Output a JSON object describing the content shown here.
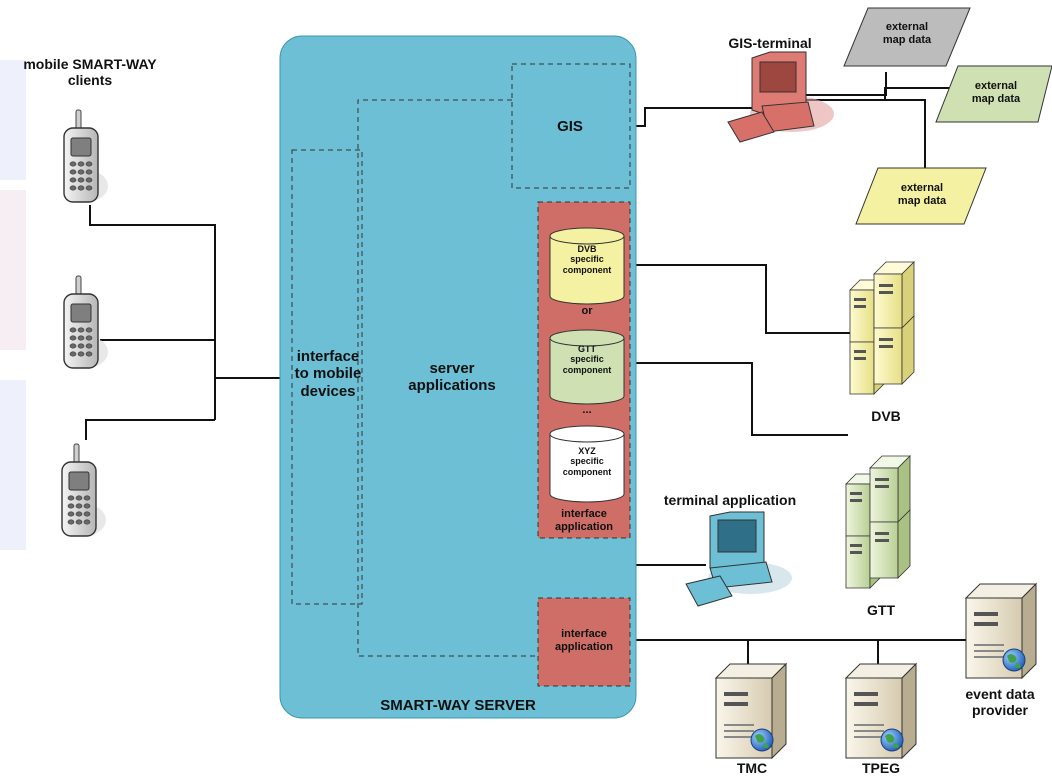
{
  "colors": {
    "server_fill": "#6cbfd4",
    "red_box": "#cf6e66",
    "dvb_fill": "#f5f1a2",
    "gtt_fill": "#cfe0b2",
    "gray_fill": "#bcbcbc",
    "line": "#111111"
  },
  "labels": {
    "mobile_clients": "mobile SMART-WAY\nclients",
    "interface_mobile": "interface\nto mobile\ndevices",
    "server_apps": "server\napplications",
    "gis": "GIS",
    "dvb_comp": "DVB\nspecific\ncomponent",
    "or": "or",
    "gtt_comp": "GTT\nspecific\ncomponent",
    "dots": "...",
    "xyz_comp": "XYZ\nspecific\ncomponent",
    "interface_app_top": "interface\napplication",
    "interface_app_bottom": "interface\napplication",
    "server_title": "SMART-WAY SERVER",
    "gis_terminal": "GIS-terminal",
    "ext_map_1": "external\nmap data",
    "ext_map_2": "external\nmap data",
    "ext_map_3": "external\nmap data",
    "dvb": "DVB",
    "gtt": "GTT",
    "terminal_app": "terminal application",
    "tmc": "TMC",
    "tpeg": "TPEG",
    "event_provider": "event data\nprovider"
  },
  "icons": {
    "phone": "mobile-phone-icon",
    "pc": "desktop-computer-icon",
    "server_tower": "server-tower-icon",
    "server_stack": "server-stack-icon",
    "globe": "globe-icon"
  }
}
